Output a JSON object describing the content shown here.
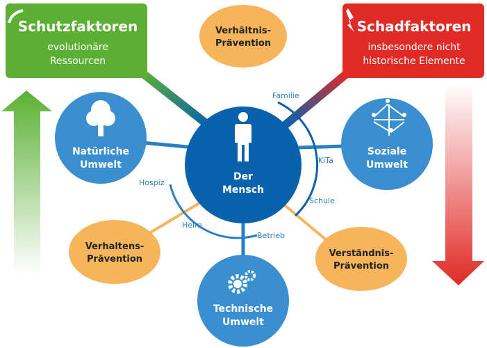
{
  "schutz": {
    "title": "Schutzfaktoren",
    "line1": "evolutionäre",
    "line2": "Ressourcen"
  },
  "schad": {
    "title": "Schadfaktoren",
    "line1": "insbesondere nicht",
    "line2": "historische Elemente"
  },
  "center": {
    "line1": "Der",
    "line2": "Mensch"
  },
  "nodes": {
    "verhaeltnis": {
      "line1": "Verhältnis-",
      "line2": "Prävention"
    },
    "natuerlich": {
      "line1": "Natürliche",
      "line2": "Umwelt"
    },
    "sozial": {
      "line1": "Soziale",
      "line2": "Umwelt"
    },
    "verhaltens": {
      "line1": "Verhaltens-",
      "line2": "Prävention"
    },
    "verstaendnis": {
      "line1": "Verständnis-",
      "line2": "Prävention"
    },
    "technisch": {
      "line1": "Technische",
      "line2": "Umwelt"
    }
  },
  "settings": {
    "familie": "Familie",
    "kita": "KiTa",
    "schule": "Schule",
    "betrieb": "Betrieb",
    "heim": "Heim",
    "hospiz": "Hospiz"
  },
  "colors": {
    "green": "#5bb033",
    "red": "#e02a26",
    "blue": "#3a8fd0",
    "darkblue": "#0a62ad",
    "orange": "#f6b55a"
  }
}
